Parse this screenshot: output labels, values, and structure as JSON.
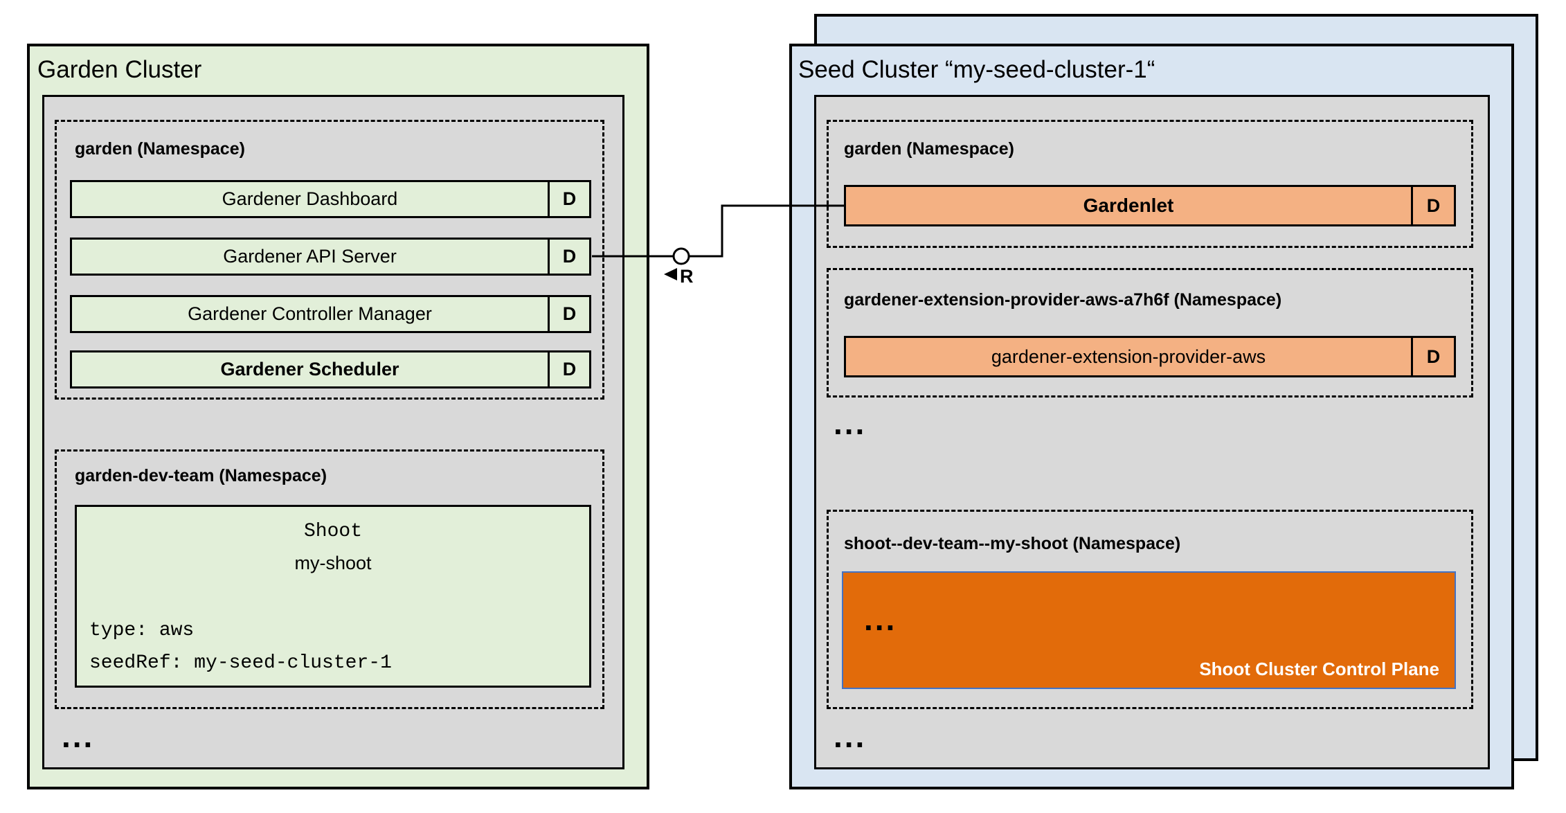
{
  "colors": {
    "garden-bg": "#e2efd9",
    "seed-bg": "#d9e5f2",
    "panel-gray": "#d9d9d9",
    "component-green": "#e2efd9",
    "component-orange": "#f4b183",
    "control-plane-orange": "#e26b0a",
    "control-plane-border": "#4472c4",
    "line-black": "#000000"
  },
  "garden_cluster": {
    "title": "Garden Cluster",
    "namespace_garden": {
      "label": "garden (Namespace)",
      "components": [
        {
          "name": "Gardener Dashboard",
          "badge": "D"
        },
        {
          "name": "Gardener API Server",
          "badge": "D"
        },
        {
          "name": "Gardener Controller Manager",
          "badge": "D"
        },
        {
          "name": "Gardener Scheduler",
          "badge": "D"
        }
      ]
    },
    "namespace_dev_team": {
      "label": "garden-dev-team (Namespace)",
      "shoot": {
        "kind": "Shoot",
        "name": "my-shoot",
        "spec_line_1": "type: aws",
        "spec_line_2": "seedRef: my-seed-cluster-1"
      }
    },
    "more": "..."
  },
  "seed_cluster": {
    "title": "Seed Cluster “my-seed-cluster-1“",
    "namespace_garden": {
      "label": "garden (Namespace)",
      "gardenlet": {
        "name": "Gardenlet",
        "badge": "D"
      }
    },
    "namespace_extension": {
      "label": "gardener-extension-provider-aws-a7h6f (Namespace)",
      "component": {
        "name": "gardener-extension-provider-aws",
        "badge": "D"
      }
    },
    "more_1": "...",
    "namespace_shoot": {
      "label": "shoot--dev-team--my-shoot (Namespace)",
      "control_plane": {
        "more": "...",
        "label": "Shoot Cluster Control Plane"
      }
    },
    "more_2": "..."
  },
  "connector": {
    "label": "R"
  }
}
